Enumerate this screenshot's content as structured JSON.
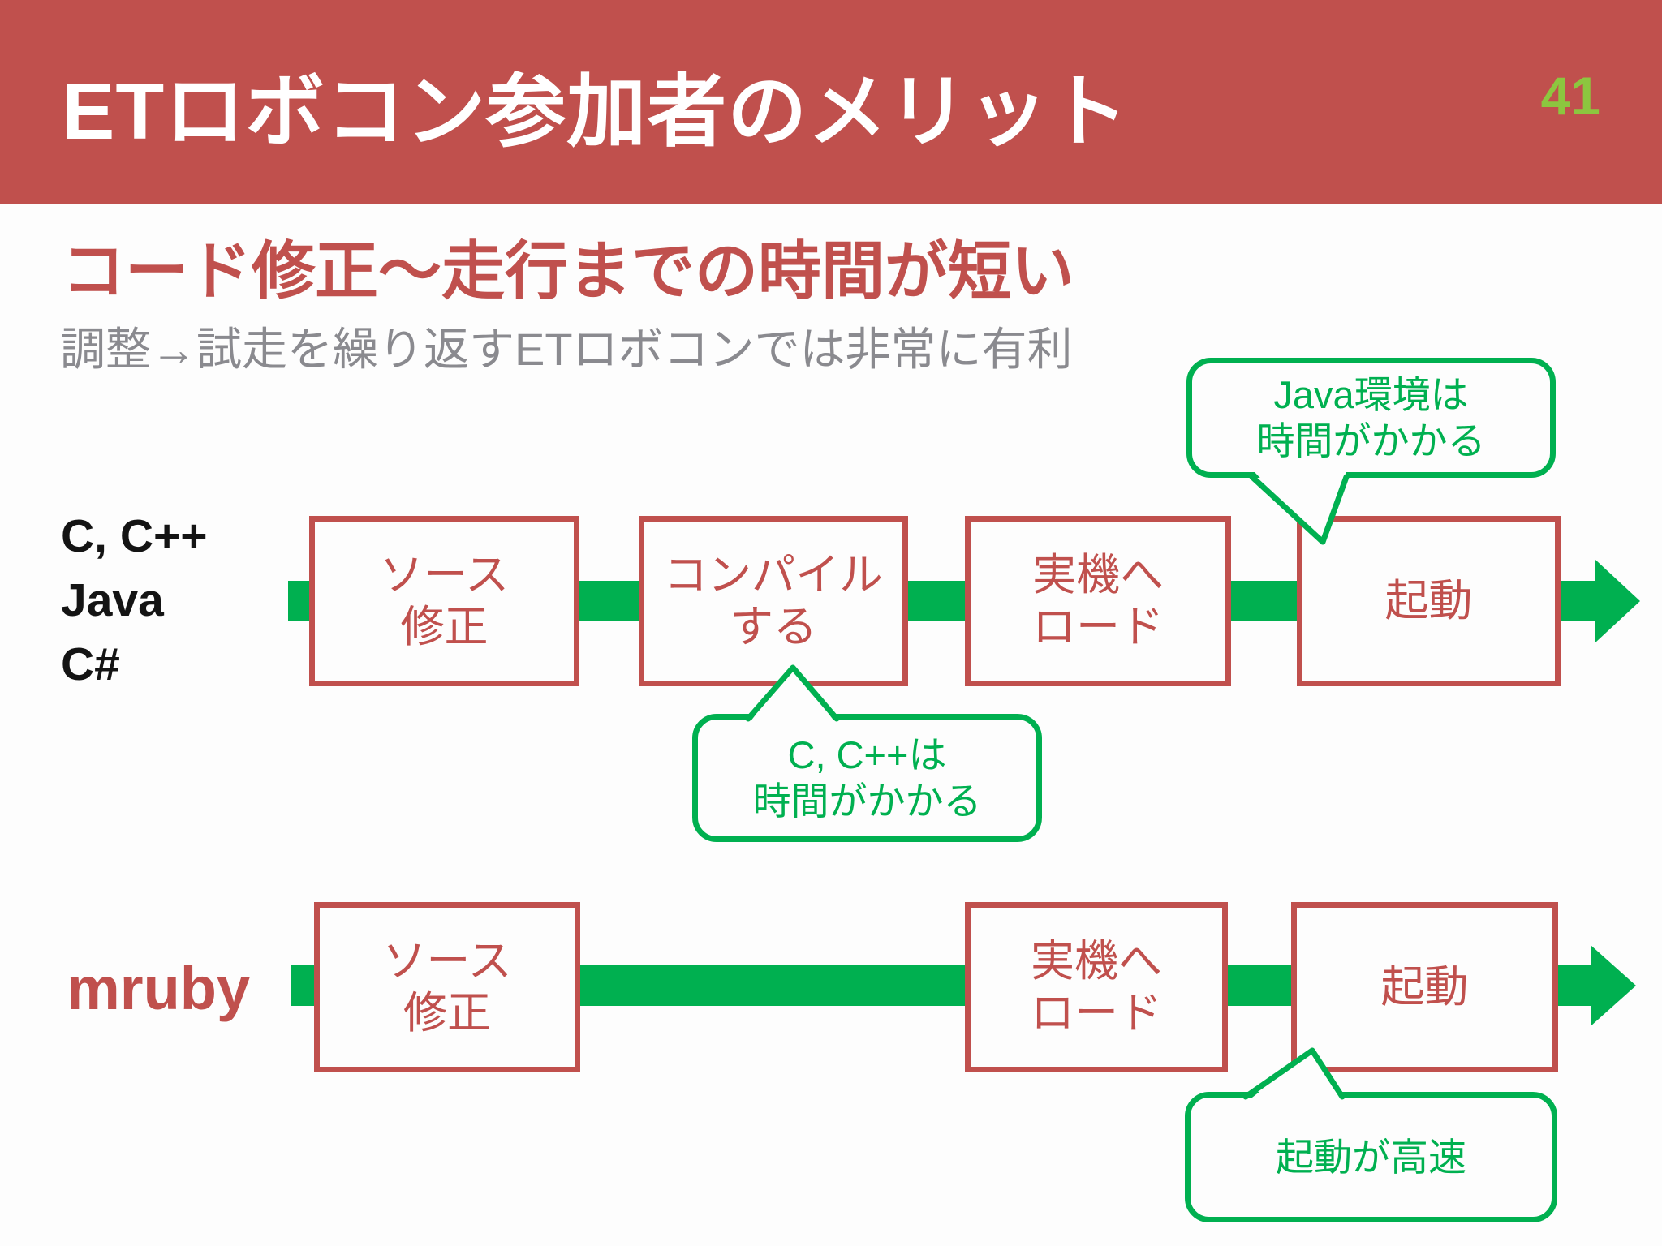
{
  "slide": {
    "title": "ETロボコン参加者のメリット",
    "page_number": "41",
    "heading": "コード修正〜走行までの時間が短い",
    "subheading": "調整→試走を繰り返すETロボコンでは非常に有利"
  },
  "colors": {
    "header_bg": "#c0504d",
    "accent_red": "#c0504d",
    "flow_green": "#00b050",
    "page_number_green": "#8cc63f",
    "gray_text": "#8a8a8f",
    "black_text": "#141414",
    "background": "#fdfdfd"
  },
  "flows": [
    {
      "label_lines": [
        "C, C++",
        "Java",
        "C#"
      ],
      "boxes": [
        {
          "lines": [
            "ソース",
            "修正"
          ]
        },
        {
          "lines": [
            "コンパイル",
            "する"
          ]
        },
        {
          "lines": [
            "実機へ",
            "ロード"
          ]
        },
        {
          "lines": [
            "起動"
          ]
        }
      ]
    },
    {
      "label_lines": [
        "mruby"
      ],
      "boxes": [
        {
          "lines": [
            "ソース",
            "修正"
          ]
        },
        {
          "lines": [
            "実機へ",
            "ロード"
          ]
        },
        {
          "lines": [
            "起動"
          ]
        }
      ]
    }
  ],
  "callouts": {
    "java_env": {
      "lines": [
        "Java環境は",
        "時間がかかる"
      ]
    },
    "c_compile": {
      "lines": [
        "C, C++は",
        "時間がかかる"
      ]
    },
    "fast_boot": {
      "lines": [
        "起動が高速"
      ]
    }
  }
}
